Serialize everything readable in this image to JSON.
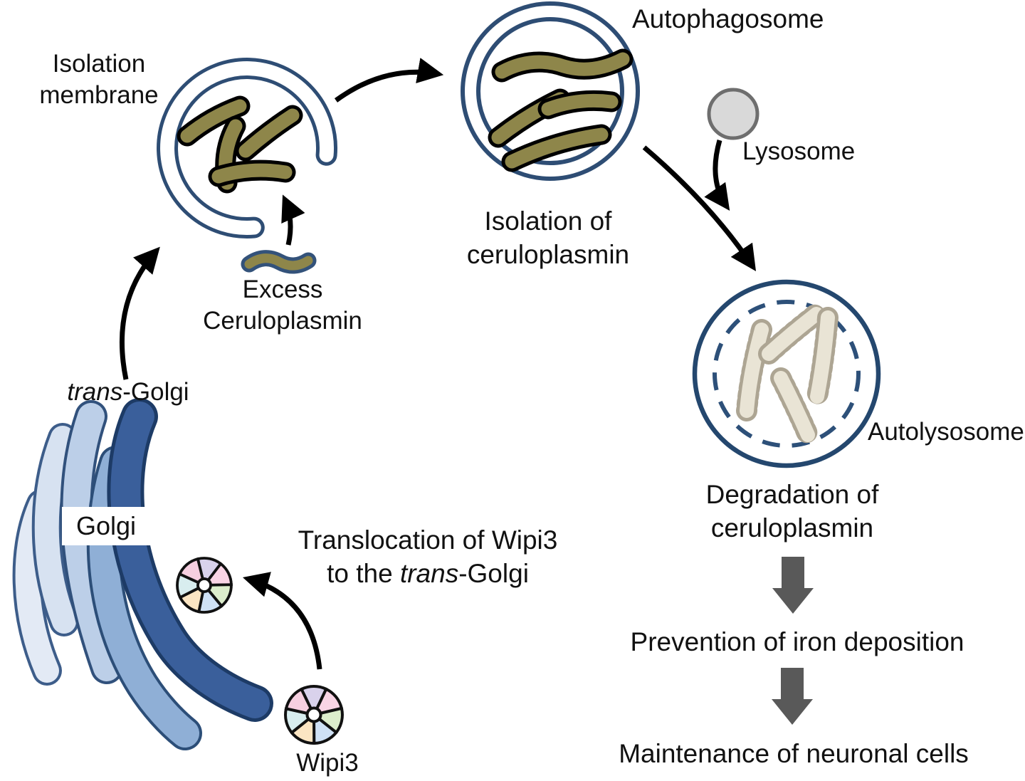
{
  "labels": {
    "isolation_membrane": {
      "line1": "Isolation",
      "line2": "membrane"
    },
    "autophagosome": "Autophagosome",
    "lysosome": "Lysosome",
    "isolation_of": {
      "line1": "Isolation of",
      "line2": "ceruloplasmin"
    },
    "autolysosome": "Autolysosome",
    "degradation": {
      "line1": "Degradation of",
      "line2": "ceruloplasmin"
    },
    "prevention": "Prevention of iron deposition",
    "maintenance": "Maintenance of neuronal cells",
    "excess_ceruloplasmin": {
      "line1": "Excess",
      "line2": "Ceruloplasmin"
    },
    "trans_golgi": {
      "italic": "trans",
      "rest": "-Golgi"
    },
    "golgi": "Golgi",
    "translocation": {
      "line1": "Translocation of Wipi3",
      "line2_pre": "to the ",
      "line2_italic": "trans",
      "line2_post": "-Golgi"
    },
    "wipi3": "Wipi3"
  },
  "colors": {
    "membrane_blue": "#2e4d74",
    "golgi_dark": "#3a5f9b",
    "golgi_medium": "#8fafd6",
    "golgi_light": "#bccfe8",
    "golgi_pale": "#d7e2f1",
    "ceruloplasmin_fill": "#8e864a",
    "ceruloplasmin_outline": "#000000",
    "excess_rod_outline": "#33527a",
    "degraded_fill": "#e9e4d5",
    "degraded_dots": "#ada593",
    "lysosome_fill": "#d9d9d9",
    "lysosome_stroke": "#6e6e6e",
    "block_arrow_gray": "#595959",
    "wipi3_blades": [
      "#d9d2ec",
      "#f9d4e5",
      "#dcedcc",
      "#cfe1f5",
      "#fbe5c3",
      "#d8edef",
      "#f6cfe0"
    ],
    "text": "#111111"
  }
}
